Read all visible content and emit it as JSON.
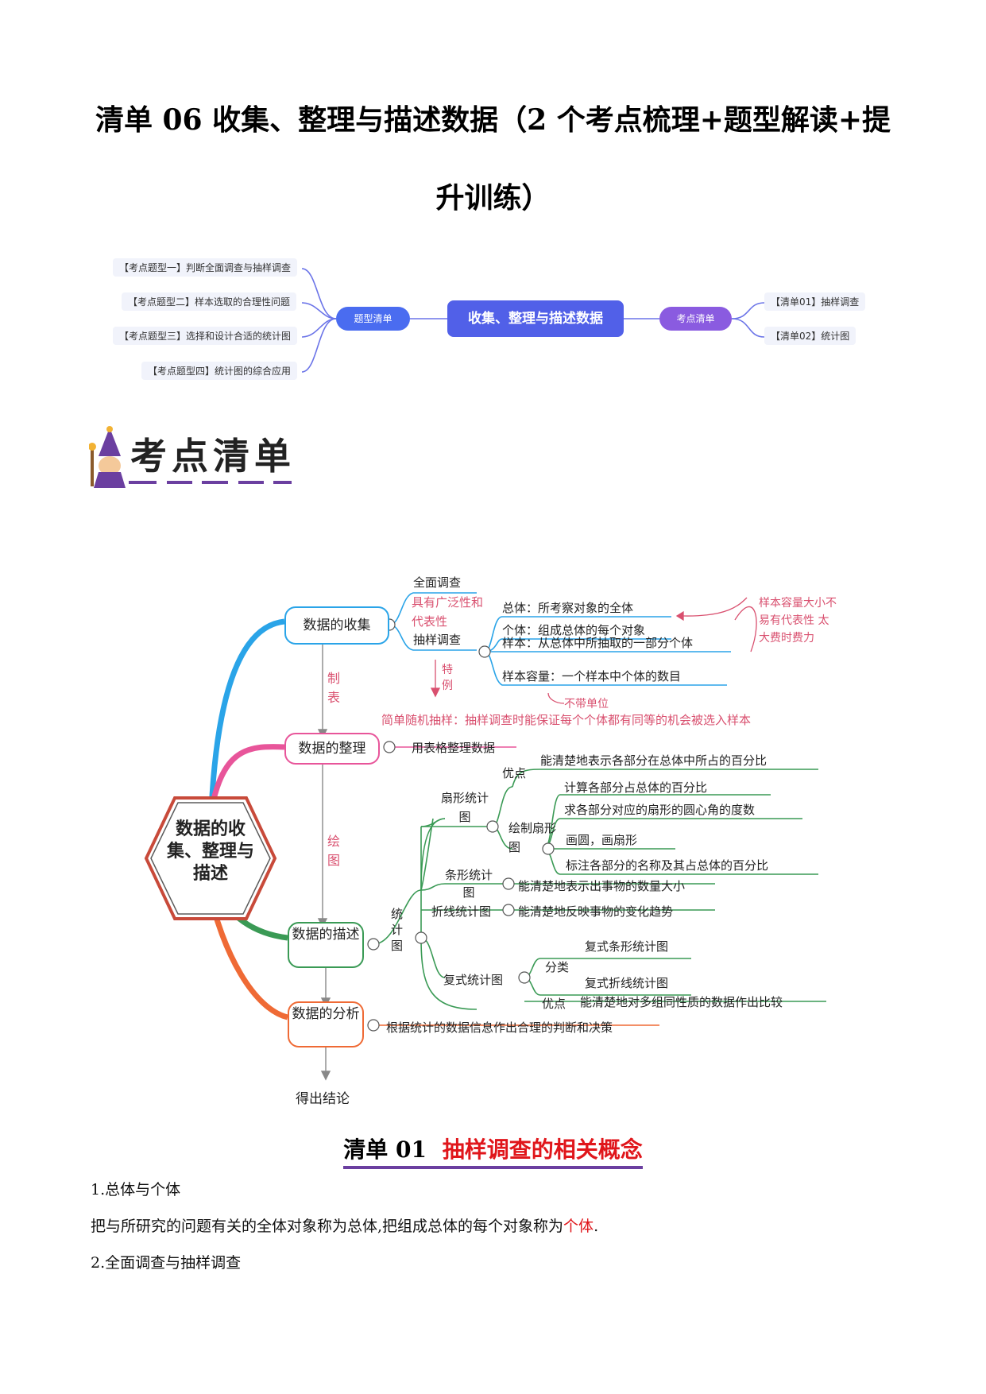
{
  "title": {
    "line1": "清单 06 收集、整理与描述数据（2 个考点梳理+题型解读+提",
    "line2": "升训练）"
  },
  "overview_map": {
    "center": "收集、整理与描述数据",
    "left_branch": "题型清单",
    "right_branch": "考点清单",
    "left_items": [
      "【考点题型一】判断全面调查与抽样调查",
      "【考点题型二】样本选取的合理性问题",
      "【考点题型三】选择和设计合适的统计图",
      "【考点题型四】统计图的综合应用"
    ],
    "right_items": [
      "【清单01】抽样调查",
      "【清单02】统计图"
    ],
    "colors": {
      "center": "#5160e8",
      "left_pill": "#4a6cf0",
      "right_pill": "#8a5be0",
      "line": "#6b74e8"
    }
  },
  "banner": {
    "text": "考点清单"
  },
  "mindmap": {
    "center": "数据的收集、整理与描述",
    "collect": {
      "label": "数据的收集",
      "full": "全面调查",
      "full_note": "具有广泛性和代表性",
      "sample": "抽样调查",
      "items": [
        "总体：所考察对象的全体",
        "个体：组成总体的每个对象",
        "样本：从总体中所抽取的一部分个体",
        "样本容量：一个样本中个体的数目"
      ],
      "note_right": "样本容量大小不易有代表性 太大费时费力",
      "note_unit": "不带单位",
      "special": "特例",
      "random": "简单随机抽样：抽样调查时能保证每个个体都有同等的机会被选入样本"
    },
    "tabulate": "制表",
    "organize": {
      "label": "数据的整理",
      "item": "用表格整理数据"
    },
    "draw": "绘图",
    "describe": {
      "label": "数据的描述",
      "stat_chart": "统计图",
      "pie": "扇形统计图",
      "pie_adv_label": "优点",
      "pie_adv": "能清楚地表示各部分在总体中所占的百分比",
      "pie_draw": "绘制扇形图",
      "pie_steps": [
        "计算各部分占总体的百分比",
        "求各部分对应的扇形的圆心角的度数",
        "画圆，画扇形",
        "标注各部分的名称及其占总体的百分比"
      ],
      "bar": "条形统计图",
      "bar_desc": "能清楚地表示出事物的数量大小",
      "line": "折线统计图",
      "line_desc": "能清楚地反映事物的变化趋势",
      "compound": "复式统计图",
      "classify": "分类",
      "compound_types": [
        "复式条形统计图",
        "复式折线统计图"
      ],
      "compound_adv_label": "优点",
      "compound_adv": "能清楚地对多组同性质的数据作出比较"
    },
    "analyze": {
      "label": "数据的分析",
      "item": "根据统计的数据信息作出合理的判断和决策"
    },
    "conclusion": "得出结论",
    "colors": {
      "blue": "#2aa4e8",
      "pink": "#e8559a",
      "green": "#3a9a55",
      "orange": "#ef6a35",
      "red_note": "#d9506f"
    }
  },
  "section": {
    "prefix": "清单 01",
    "title": "抽样调查的相关概念"
  },
  "content": {
    "p1_heading": "1.总体与个体",
    "p1_before": "把与所研究的问题有关的全体对象称为总体,把组成总体的每个对象称为",
    "p1_highlight": "个体",
    "p1_after": ".",
    "p2_heading": "2.全面调查与抽样调查"
  }
}
